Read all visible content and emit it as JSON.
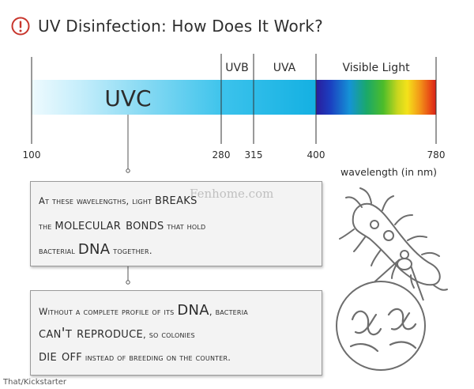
{
  "title": {
    "text": "UV Disinfection: How Does It Work?",
    "icon": "alert-circle-icon",
    "icon_color": "#c8362d"
  },
  "spectrum": {
    "bands": [
      {
        "label": "UVC",
        "from": 100,
        "to": 280
      },
      {
        "label": "UVB",
        "from": 280,
        "to": 315
      },
      {
        "label": "UVA",
        "from": 315,
        "to": 400
      },
      {
        "label": "Visible Light",
        "from": 400,
        "to": 780
      }
    ],
    "ticks": [
      "100",
      "280",
      "315",
      "400",
      "780"
    ],
    "unit_label": "wavelength (in nm)",
    "colors": {
      "uv_light": "#e8f8fd",
      "uv_cyan": "#45c7ec",
      "uva": "#1eb8e6",
      "violet": "#2a1d9c"
    }
  },
  "box1": {
    "lines": [
      [
        {
          "t": "At these wavelengths, light ",
          "s": "sm"
        },
        {
          "t": "breaks",
          "s": "lg"
        }
      ],
      [
        {
          "t": "the ",
          "s": "sm"
        },
        {
          "t": "molecular bonds",
          "s": "lg"
        },
        {
          "t": " that hold",
          "s": "sm"
        }
      ],
      [
        {
          "t": "bacterial ",
          "s": "sm"
        },
        {
          "t": "DNA",
          "s": "lg"
        },
        {
          "t": " together.",
          "s": "sm"
        }
      ]
    ]
  },
  "box2": {
    "lines": [
      [
        {
          "t": "Without a complete profile of its ",
          "s": "sm"
        },
        {
          "t": "DNA",
          "s": "lg"
        },
        {
          "t": ", bacteria",
          "s": "sm"
        }
      ],
      [
        {
          "t": "can't reproduce",
          "s": "lg"
        },
        {
          "t": ", so colonies",
          "s": "sm"
        }
      ],
      [
        {
          "t": "die off",
          "s": "lg"
        },
        {
          "t": " instead of breeding on the counter.",
          "s": "sm"
        }
      ]
    ]
  },
  "watermark": "Fenhome.com",
  "credit": "That/Kickstarter",
  "illustration": {
    "bacterium": "bacterium-icon",
    "magnifier": "magnifier-icon",
    "dna": "dna-strand-icon",
    "stroke": "#6d6d6d"
  }
}
